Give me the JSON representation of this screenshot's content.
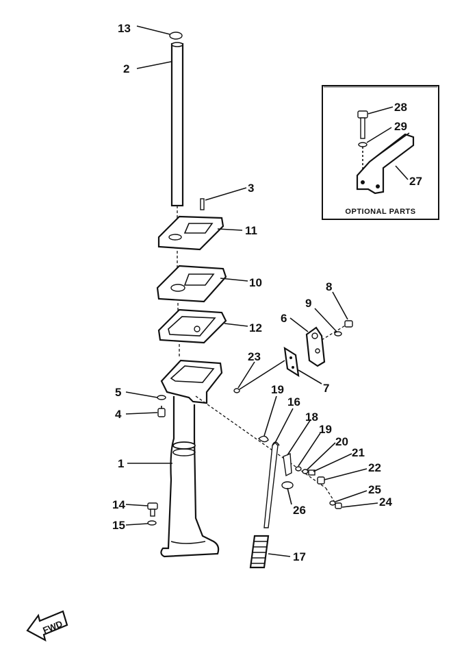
{
  "optional_box": {
    "caption": "OPTIONAL PARTS"
  },
  "fwd_label": "FWD",
  "callouts": [
    {
      "id": "13",
      "label": "13"
    },
    {
      "id": "2",
      "label": "2"
    },
    {
      "id": "3",
      "label": "3"
    },
    {
      "id": "11",
      "label": "11"
    },
    {
      "id": "10",
      "label": "10"
    },
    {
      "id": "12",
      "label": "12"
    },
    {
      "id": "8",
      "label": "8"
    },
    {
      "id": "9",
      "label": "9"
    },
    {
      "id": "6",
      "label": "6"
    },
    {
      "id": "23",
      "label": "23"
    },
    {
      "id": "7",
      "label": "7"
    },
    {
      "id": "5",
      "label": "5"
    },
    {
      "id": "4",
      "label": "4"
    },
    {
      "id": "19a",
      "label": "19"
    },
    {
      "id": "16",
      "label": "16"
    },
    {
      "id": "18",
      "label": "18"
    },
    {
      "id": "19b",
      "label": "19"
    },
    {
      "id": "20",
      "label": "20"
    },
    {
      "id": "21",
      "label": "21"
    },
    {
      "id": "22",
      "label": "22"
    },
    {
      "id": "1",
      "label": "1"
    },
    {
      "id": "25",
      "label": "25"
    },
    {
      "id": "24",
      "label": "24"
    },
    {
      "id": "26",
      "label": "26"
    },
    {
      "id": "14",
      "label": "14"
    },
    {
      "id": "15",
      "label": "15"
    },
    {
      "id": "17",
      "label": "17"
    },
    {
      "id": "28",
      "label": "28"
    },
    {
      "id": "29",
      "label": "29"
    },
    {
      "id": "27",
      "label": "27"
    }
  ]
}
